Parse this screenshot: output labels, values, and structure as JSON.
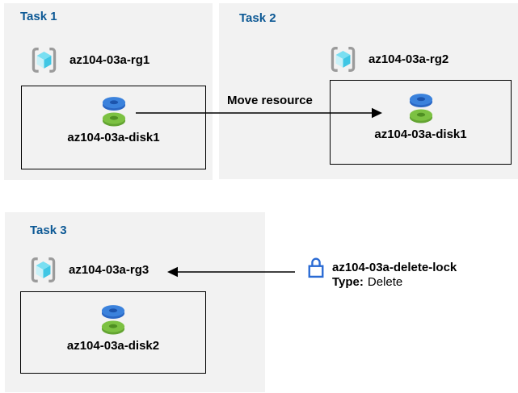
{
  "tasks": [
    {
      "title": "Task 1",
      "resource_group": "az104-03a-rg1",
      "resource": "az104-03a-disk1"
    },
    {
      "title": "Task 2",
      "resource_group": "az104-03a-rg2",
      "resource": "az104-03a-disk1"
    },
    {
      "title": "Task 3",
      "resource_group": "az104-03a-rg3",
      "resource": "az104-03a-disk2"
    }
  ],
  "annotations": {
    "move_arrow_label": "Move resource",
    "lock": {
      "name": "az104-03a-delete-lock",
      "type_label": "Type:",
      "type_value": "Delete"
    }
  },
  "icons": {
    "resource_group": "azure-resource-group-icon",
    "disk": "azure-disk-icon",
    "lock": "delete-lock-icon",
    "move_arrow": "right-arrow",
    "lock_arrow": "left-arrow"
  },
  "colors": {
    "panel_bg": "#f2f2f2",
    "heading_blue": "#0d5995",
    "arrow_black": "#000000",
    "lock_blue": "#2a6bd4",
    "disk_blue_top": "#3b82dc",
    "disk_blue_side": "#2a67c4",
    "disk_blue_hole": "#1c54ac",
    "disk_green_top": "#7cc142",
    "disk_green_side": "#63a432",
    "disk_green_hole": "#4f8f22",
    "cube_top": "#79dff2",
    "cube_left": "#c9f1f8",
    "cube_right": "#3fc6e4",
    "bracket_gray": "#9b9b9b"
  }
}
